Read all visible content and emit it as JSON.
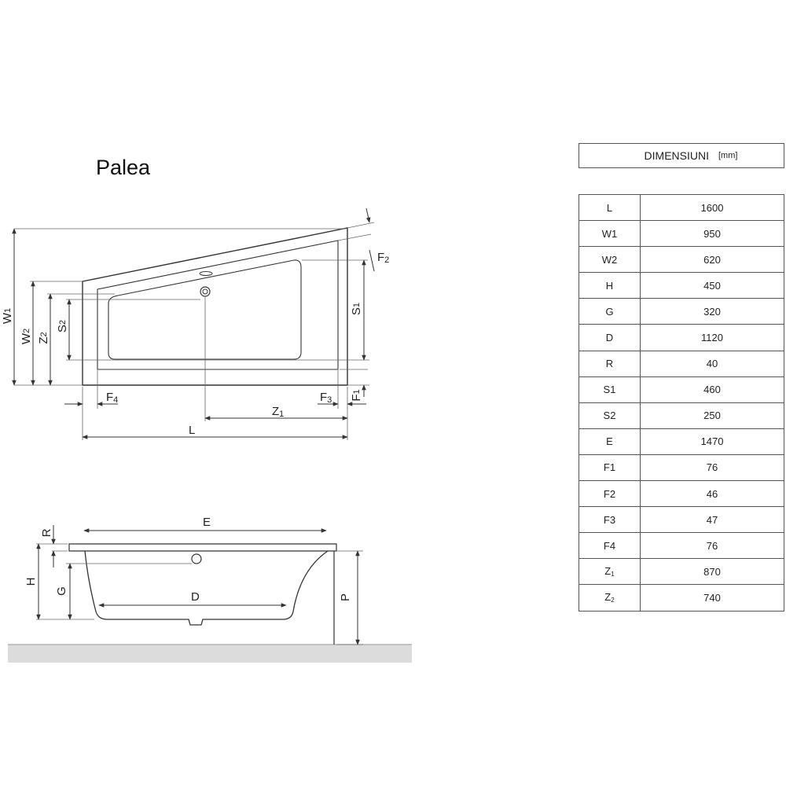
{
  "product_name": "Palea",
  "table": {
    "header_label": "DIMENSIUNI",
    "header_unit": "[mm]",
    "rows": [
      {
        "key": "L",
        "sub": "",
        "value": "1600"
      },
      {
        "key": "W1",
        "sub": "",
        "value": "950"
      },
      {
        "key": "W2",
        "sub": "",
        "value": "620"
      },
      {
        "key": "H",
        "sub": "",
        "value": "450"
      },
      {
        "key": "G",
        "sub": "",
        "value": "320"
      },
      {
        "key": "D",
        "sub": "",
        "value": "1120"
      },
      {
        "key": "R",
        "sub": "",
        "value": "40"
      },
      {
        "key": "S1",
        "sub": "",
        "value": "460"
      },
      {
        "key": "S2",
        "sub": "",
        "value": "250"
      },
      {
        "key": "E",
        "sub": "",
        "value": "1470"
      },
      {
        "key": "F1",
        "sub": "",
        "value": "76"
      },
      {
        "key": "F2",
        "sub": "",
        "value": "46"
      },
      {
        "key": "F3",
        "sub": "",
        "value": "47"
      },
      {
        "key": "F4",
        "sub": "",
        "value": "76"
      },
      {
        "key": "Z",
        "sub": "1",
        "value": "870"
      },
      {
        "key": "Z",
        "sub": "2",
        "value": "740"
      }
    ]
  },
  "top_view_labels": {
    "w1": {
      "main": "W",
      "sub": "1"
    },
    "w2": {
      "main": "W",
      "sub": "2"
    },
    "z2": {
      "main": "Z",
      "sub": "2"
    },
    "s2": {
      "main": "S",
      "sub": "2"
    },
    "s1": {
      "main": "S",
      "sub": "1"
    },
    "f2": {
      "main": "F",
      "sub": "2"
    },
    "f4": {
      "main": "F",
      "sub": "4"
    },
    "f3": {
      "main": "F",
      "sub": "3"
    },
    "f1": {
      "main": "F",
      "sub": "1"
    },
    "z1": {
      "main": "Z",
      "sub": "1"
    },
    "l": "L"
  },
  "side_view_labels": {
    "r": "R",
    "e": "E",
    "h": "H",
    "g": "G",
    "d": "D",
    "p": "P"
  },
  "colors": {
    "line": "#333333",
    "thin": "#666666",
    "floor": "#dddddd"
  }
}
